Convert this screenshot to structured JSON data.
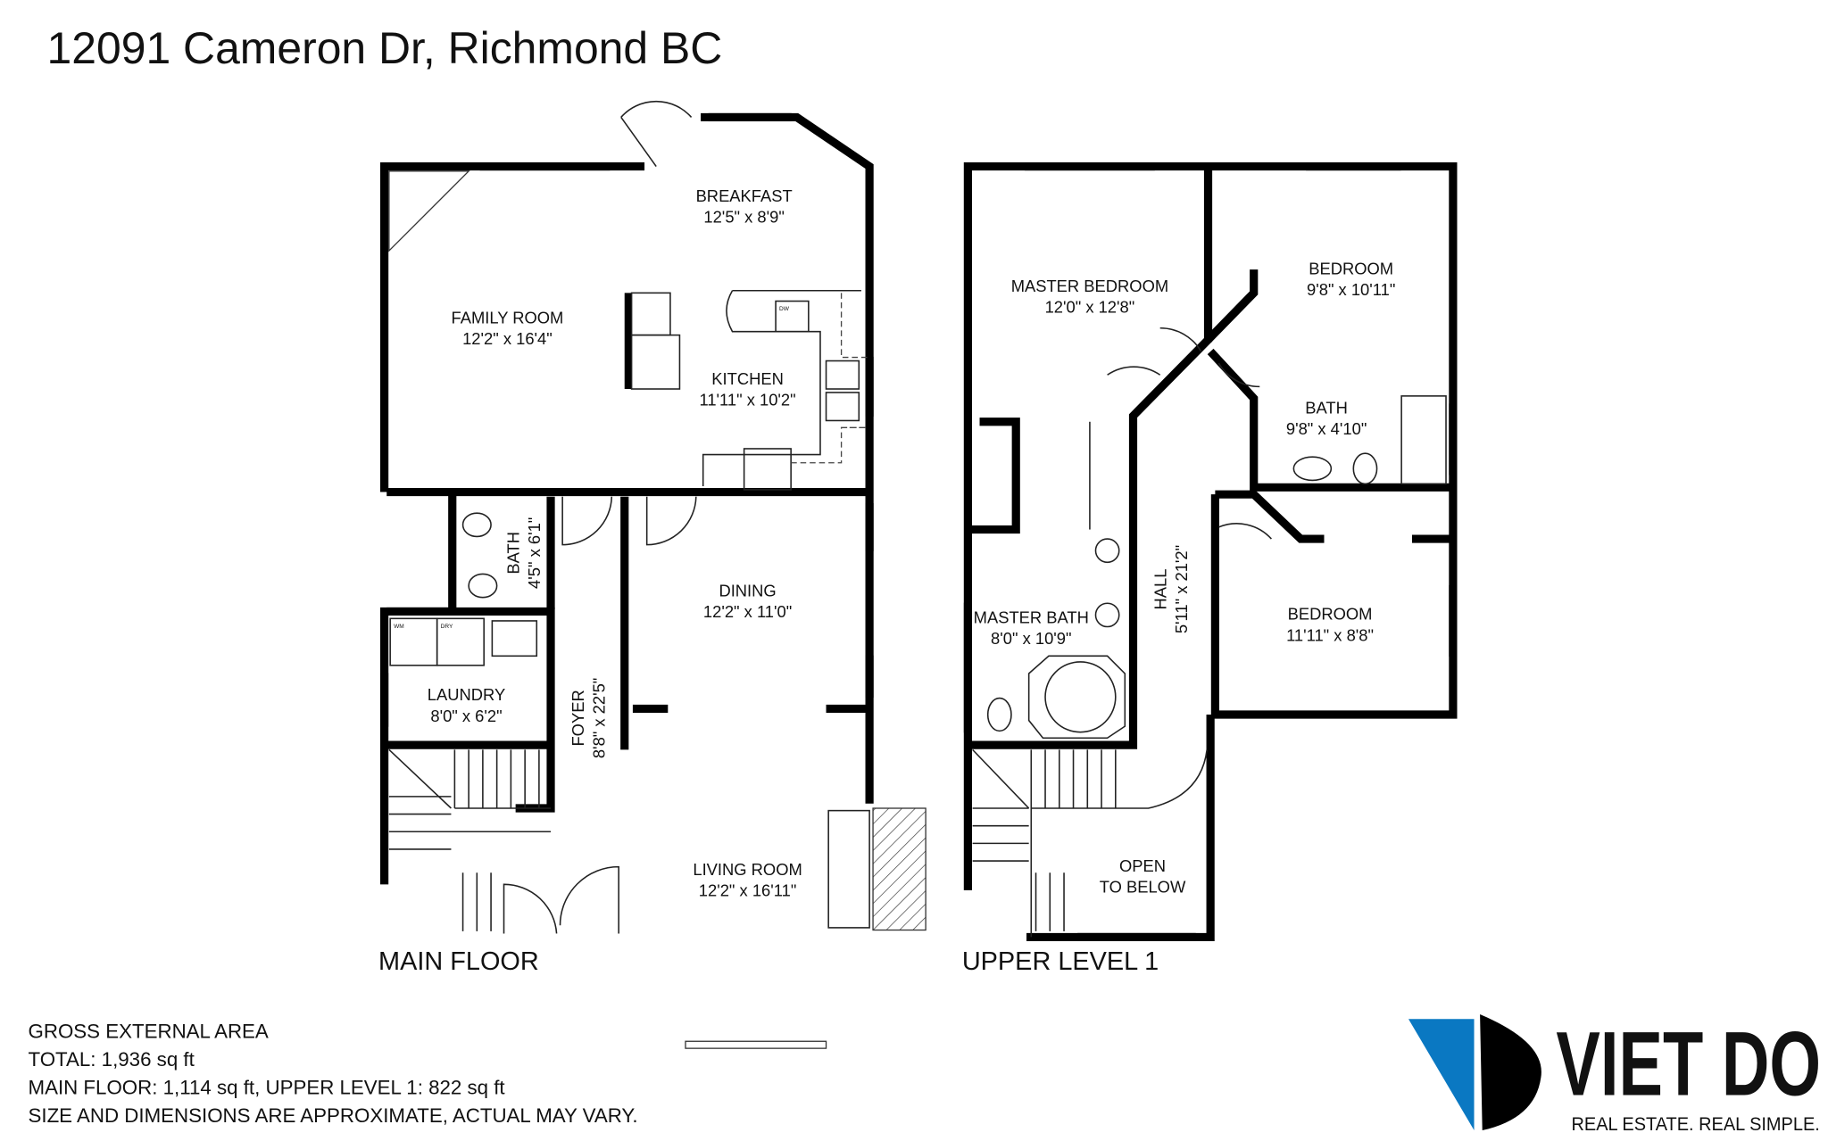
{
  "title": "12091 Cameron Dr, Richmond BC",
  "main_floor": {
    "label": "MAIN FLOOR",
    "rooms": [
      {
        "name": "BREAKFAST",
        "size": "12'5\" x 8'9\""
      },
      {
        "name": "FAMILY ROOM",
        "size": "12'2\" x 16'4\""
      },
      {
        "name": "KITCHEN",
        "size": "11'11\" x 10'2\""
      },
      {
        "name": "BATH",
        "size": "4'5\" x 6'1\""
      },
      {
        "name": "DINING",
        "size": "12'2\" x 11'0\""
      },
      {
        "name": "LAUNDRY",
        "size": "8'0\" x 6'2\""
      },
      {
        "name": "FOYER",
        "size": "8'8\" x 22'5\""
      },
      {
        "name": "LIVING ROOM",
        "size": "12'2\" x 16'11\""
      }
    ],
    "fixtures": {
      "dw": "DW",
      "wm": "WM",
      "dry": "DRY"
    }
  },
  "upper_level": {
    "label": "UPPER LEVEL 1",
    "rooms": [
      {
        "name": "MASTER BEDROOM",
        "size": "12'0\" x 12'8\""
      },
      {
        "name": "BEDROOM",
        "size": "9'8\" x 10'11\""
      },
      {
        "name": "BATH",
        "size": "9'8\" x 4'10\""
      },
      {
        "name": "MASTER BATH",
        "size": "8'0\" x 10'9\""
      },
      {
        "name": "HALL",
        "size": "5'11\" x 21'2\""
      },
      {
        "name": "BEDROOM",
        "size": "11'11\" x 8'8\""
      },
      {
        "name": "OPEN",
        "size": "TO BELOW"
      }
    ]
  },
  "area": {
    "heading": "GROSS EXTERNAL AREA",
    "total": "TOTAL: 1,936 sq ft",
    "breakdown": "MAIN FLOOR: 1,114 sq ft, UPPER LEVEL 1: 822 sq ft",
    "disclaimer": "SIZE AND DIMENSIONS ARE APPROXIMATE, ACTUAL MAY VARY."
  },
  "logo": {
    "name": "VIET DO",
    "tagline": "REAL ESTATE. REAL SIMPLE.",
    "accent": "#0a78c2"
  }
}
